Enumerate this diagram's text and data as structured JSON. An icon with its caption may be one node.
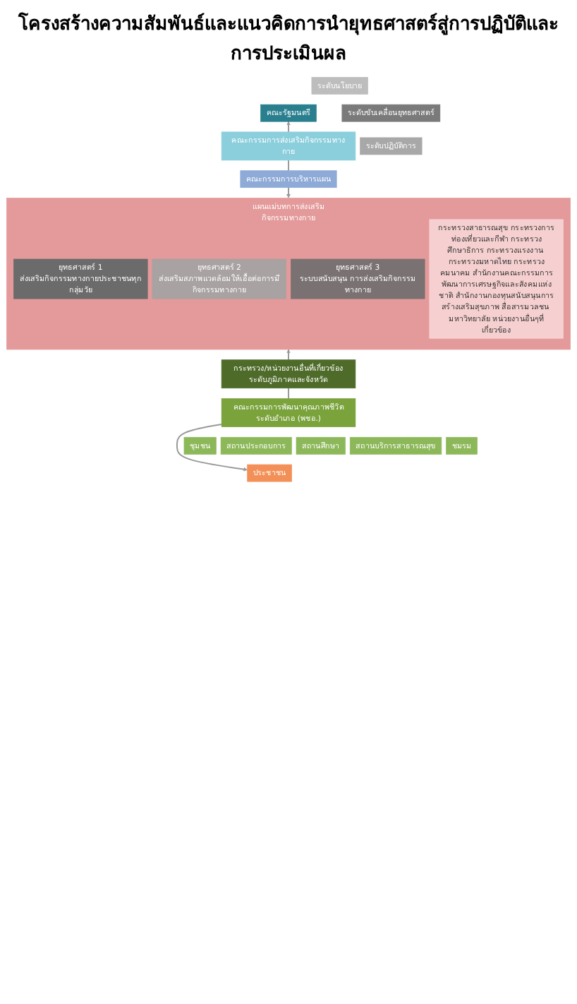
{
  "diagram": {
    "title": "โครงสร้างความสัมพันธ์และแนวคิดการนำยุทธศาสตร์สู่การปฏิบัติและการประเมินผล",
    "nodes": [
      {
        "text": [
          "ระดับนโยบาย"
        ]
      },
      {
        "text": [
          "คณะรัฐมนตรี"
        ]
      },
      {
        "text": [
          "คณะกรรมการส่งเสริมกิจกรรมทางกาย"
        ]
      },
      {
        "text": [
          "คณะกรรมการบริหารแผน"
        ]
      },
      {
        "text": [
          "ระดับขับเคลื่อนยุทธศาสตร์"
        ]
      },
      {
        "text": [
          "แผนแม่บทการส่งเสริมกิจกรรมทางกาย"
        ]
      },
      {
        "text": [
          "ยุทธศาสตร์ 1",
          "ส่งเสริมกิจกรรมทางกายประชาชนทุกกลุ่มวัย"
        ],
        "in": 5
      },
      {
        "text": [
          "ยุทธศาสตร์ 2",
          "ส่งเสริมสภาพแวดล้อมให้เอื้อต่อการมีกิจกรรมทางกาย"
        ],
        "in": 5
      },
      {
        "text": [
          "ยุทธศาสตร์ 3",
          "ระบบสนับสนุน การส่งเสริมกิจกรรมทางกาย"
        ],
        "in": 5
      },
      {
        "text": [
          "กระทรวงสาธารณสุข กระทรวงการท่องเที่ยวและกีฬา กระทรวงศึกษาธิการ กระทรวงแรงงาน กระทรวงมหาดไทย กระทรวงคมนาคม สำนักงานคณะกรรมการพัฒนาการเศรษฐกิจและสังคมแห่งชาติ สำนักงานกองทุนสนับสนุนการสร้างเสริมสุขภาพ สื่อสารมวลชน มหาวิทยาลัย หน่วยงานอื่นๆที่เกี่ยวข้อง"
        ],
        "in": 5
      },
      {
        "text": [
          "ระดับปฏิบัติการ"
        ]
      },
      {
        "text": [
          "กระทรวง/หน่วยงานอื่นที่เกี่ยวข้องระดับภูมิภาคและจังหวัด"
        ]
      },
      {
        "text": [
          "คณะกรรมการพัฒนาคุณภาพชีวิตระดับอำเภอ (พชอ.)"
        ]
      },
      {
        "text": [
          "ชุมชน"
        ]
      },
      {
        "text": [
          "สถานศึกษา"
        ]
      },
      {
        "text": [
          "สถานประกอบการ"
        ]
      },
      {
        "text": [
          "สถานบริการสาธารณสุข"
        ]
      },
      {
        "text": [
          "ชมรม"
        ]
      },
      {
        "text": [
          "ประชาชน"
        ]
      }
    ],
    "edges": [
      {
        "from": 2,
        "to": 1,
        "arrow": "to"
      },
      {
        "from": 3,
        "to": 2,
        "arrow": "none"
      },
      {
        "from": 3,
        "to": 5,
        "arrow": "to"
      },
      {
        "from": 11,
        "to": 5,
        "arrow": "to"
      },
      {
        "from": 11,
        "to": 12,
        "arrow": "none"
      },
      {
        "from": 12,
        "to": 18,
        "arrow": "to"
      }
    ]
  }
}
